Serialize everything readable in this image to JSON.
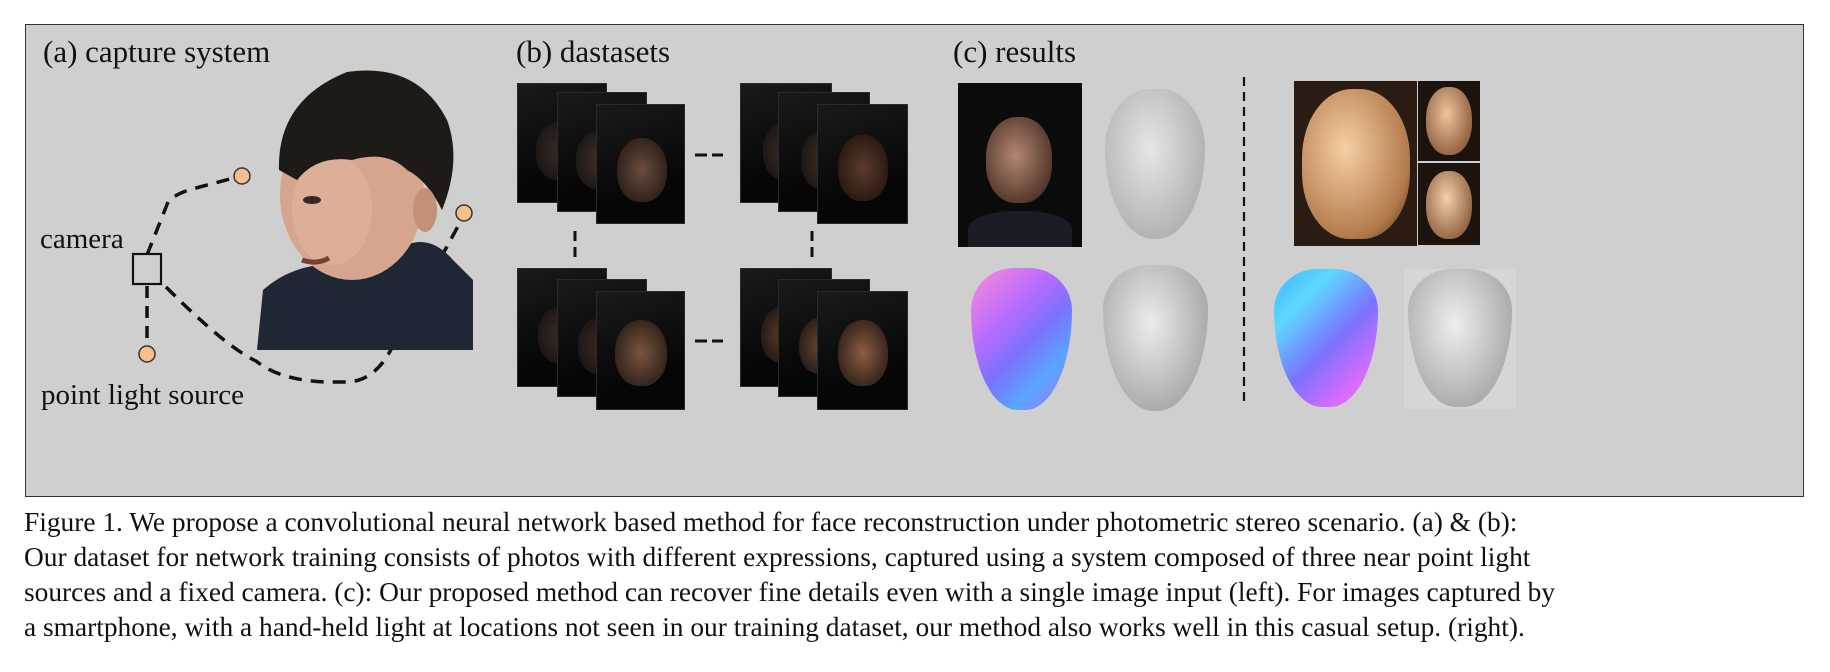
{
  "panels": {
    "a": {
      "label": "(a) capture system",
      "camera_label": "camera",
      "light_label": "point light source"
    },
    "b": {
      "label": "(b) dastasets"
    },
    "c": {
      "label": "(c) results"
    }
  },
  "caption_lines": [
    "Figure 1. We propose a convolutional neural network based method for face reconstruction under photometric stereo scenario. (a) & (b):",
    "Our dataset for network training consists of photos with different expressions, captured using a system composed of three near point light",
    "sources and a fixed camera. (c): Our proposed method can recover fine details even with a single image input (left). For images captured by",
    "a smartphone, with a hand-held light at locations not seen in our training dataset, our method also works well in this casual setup. (right)."
  ],
  "colors": {
    "panel_bg": "#cfcfcf",
    "light_source": "#f6bf8e",
    "dashed_line": "#111111"
  }
}
